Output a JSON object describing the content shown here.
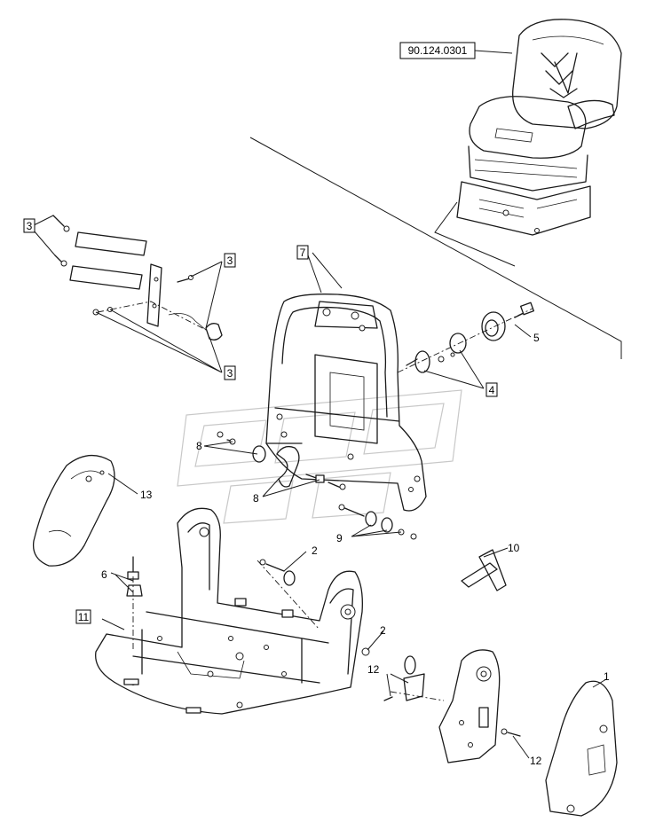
{
  "reference_label": "90.124.0301",
  "callouts": {
    "c1": "1",
    "c2a": "2",
    "c2b": "2",
    "c3a": "3",
    "c3b": "3",
    "c3c": "3",
    "c4": "4",
    "c5": "5",
    "c6": "6",
    "c7": "7",
    "c8a": "8",
    "c8b": "8",
    "c9": "9",
    "c10": "10",
    "c11": "11",
    "c12a": "12",
    "c12b": "12",
    "c13": "13"
  },
  "colors": {
    "line": "#1a1a1a",
    "background": "#ffffff",
    "watermark": "#c8c8c8"
  }
}
